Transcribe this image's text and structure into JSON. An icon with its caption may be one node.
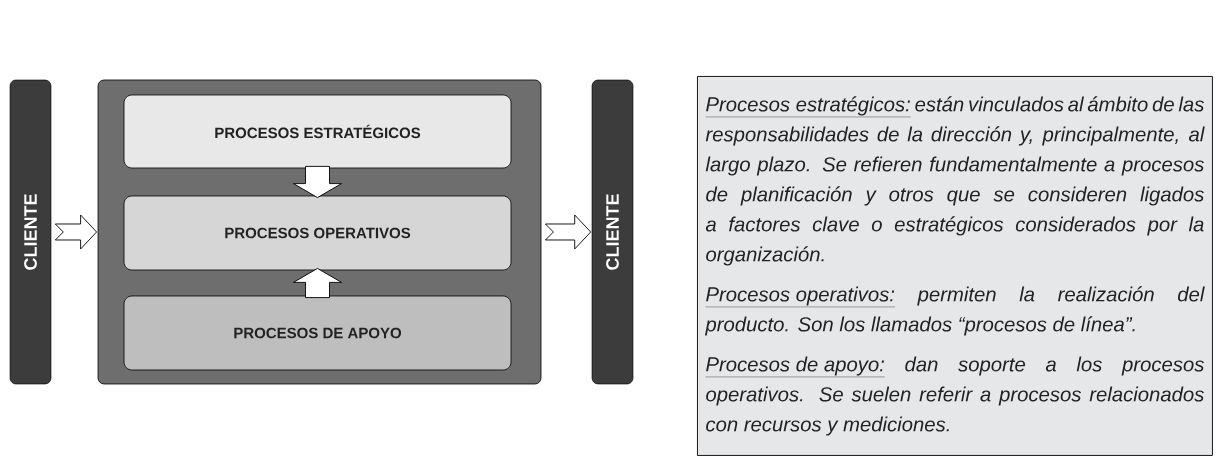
{
  "diagram": {
    "nodes": [
      {
        "text": [
          "CLIENTE"
        ]
      },
      {
        "text": [],
        "shape": "box"
      },
      {
        "text": [
          "PROCESOS ESTRATÉGICOS"
        ],
        "in": 1
      },
      {
        "text": [
          "PROCESOS OPERATIVOS"
        ],
        "in": 1
      },
      {
        "text": [
          "PROCESOS DE APOYO"
        ],
        "in": 1
      },
      {
        "text": [
          "CLIENTE"
        ]
      },
      {
        "text": [
          "Procesos estratégicos:",
          "están vinculados al ámbito de las responsabilidades de la dirección y, principalmente, al largo plazo. Se refieren fundamentalmente a procesos de planificación y otros que se consideren ligados a factores clave o estratégicos considerados por la organización.",
          "Procesos operativos:",
          "permiten la realización del producto. Son los llamados “procesos de línea”.",
          "Procesos de apoyo:",
          "dan soporte a los procesos operativos. Se suelen referir a procesos relacionados con recursos y mediciones."
        ]
      }
    ],
    "edges": [
      {
        "from": 0,
        "to": 1,
        "arrow": "to"
      },
      {
        "from": 2,
        "to": 3,
        "arrow": "to"
      },
      {
        "from": 4,
        "to": 3,
        "arrow": "to"
      },
      {
        "from": 1,
        "to": 5,
        "arrow": "to"
      }
    ]
  }
}
